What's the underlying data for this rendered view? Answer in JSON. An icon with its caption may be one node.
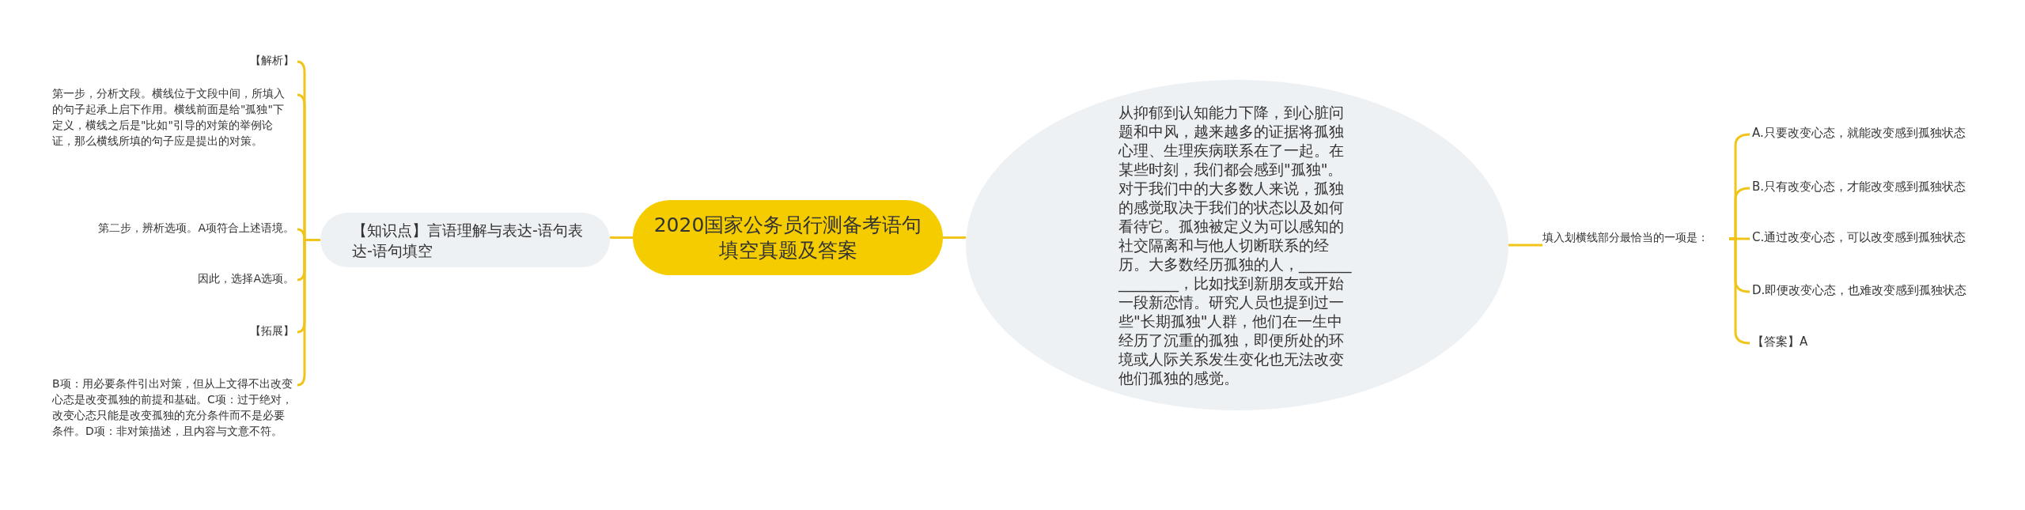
{
  "diagram": {
    "nodes": [
      {
        "text": [
          "2020国家公务员行测备考语句填空真题及答案"
        ]
      },
      {
        "text": [
          "【知识点】言语理解与表达-语句表达-语句填空"
        ]
      },
      {
        "text": [
          "【解析】"
        ]
      },
      {
        "text": [
          "第一步，分析文段。横线位于文段中间，所填入的句子起承上启下作用。横线前面是给\"孤独\"下定义，横线之后是\"比如\"引导的对策的举例论证，那么横线所填的句子应是提出的对策。"
        ]
      },
      {
        "text": [
          "第二步，辨析选项。A项符合上述语境。"
        ]
      },
      {
        "text": [
          "因此，选择A选项。"
        ]
      },
      {
        "text": [
          "【拓展】"
        ]
      },
      {
        "text": [
          "B项：用必要条件引出对策，但从上文得不出改变心态是改变孤独的前提和基础。C项：过于绝对，改变心态只能是改变孤独的充分条件而不是必要条件。D项：非对策描述，且内容与文意不符。"
        ]
      },
      {
        "text": [
          "从抑郁到认知能力下降，到心脏问题和中风，越来越多的证据将孤独心理、生理疾病联系在了一起。在某些时刻，我们都会感到\"孤独\"。对于我们中的大多数人来说，孤独的感觉取决于我们的状态以及如何看待它。孤独被定义为可以感知的社交隔离和与他人切断联系的经历。大多数经历孤独的人，_______________，比如找到新朋友或开始一段新恋情。研究人员也提到过一些\"长期孤独\"人群，他们在一生中经历了沉重的孤独，即便所处的环境或人际关系发生变化也无法改变他们孤独的感觉。"
        ]
      },
      {
        "text": [
          "填入划横线部分最恰当的一项是："
        ]
      },
      {
        "text": [
          "A.只要改变心态，就能改变感到孤独状态"
        ]
      },
      {
        "text": [
          "B.只有改变心态，才能改变感到孤独状态"
        ]
      },
      {
        "text": [
          "C.通过改变心态，可以改变感到孤独状态"
        ]
      },
      {
        "text": [
          "D.即便改变心态，也难改变感到孤独状态"
        ]
      },
      {
        "text": [
          "【答案】A"
        ]
      }
    ],
    "edges": [
      {
        "from": 0,
        "to": 1,
        "arrow": "none"
      },
      {
        "from": 1,
        "to": 2,
        "arrow": "none"
      },
      {
        "from": 1,
        "to": 3,
        "arrow": "none"
      },
      {
        "from": 1,
        "to": 4,
        "arrow": "none"
      },
      {
        "from": 1,
        "to": 5,
        "arrow": "none"
      },
      {
        "from": 1,
        "to": 6,
        "arrow": "none"
      },
      {
        "from": 1,
        "to": 7,
        "arrow": "none"
      },
      {
        "from": 0,
        "to": 8,
        "arrow": "none"
      },
      {
        "from": 8,
        "to": 9,
        "arrow": "none"
      },
      {
        "from": 9,
        "to": 10,
        "arrow": "none"
      },
      {
        "from": 9,
        "to": 11,
        "arrow": "none"
      },
      {
        "from": 9,
        "to": 12,
        "arrow": "none"
      },
      {
        "from": 9,
        "to": 13,
        "arrow": "none"
      },
      {
        "from": 9,
        "to": 14,
        "arrow": "none"
      }
    ]
  }
}
